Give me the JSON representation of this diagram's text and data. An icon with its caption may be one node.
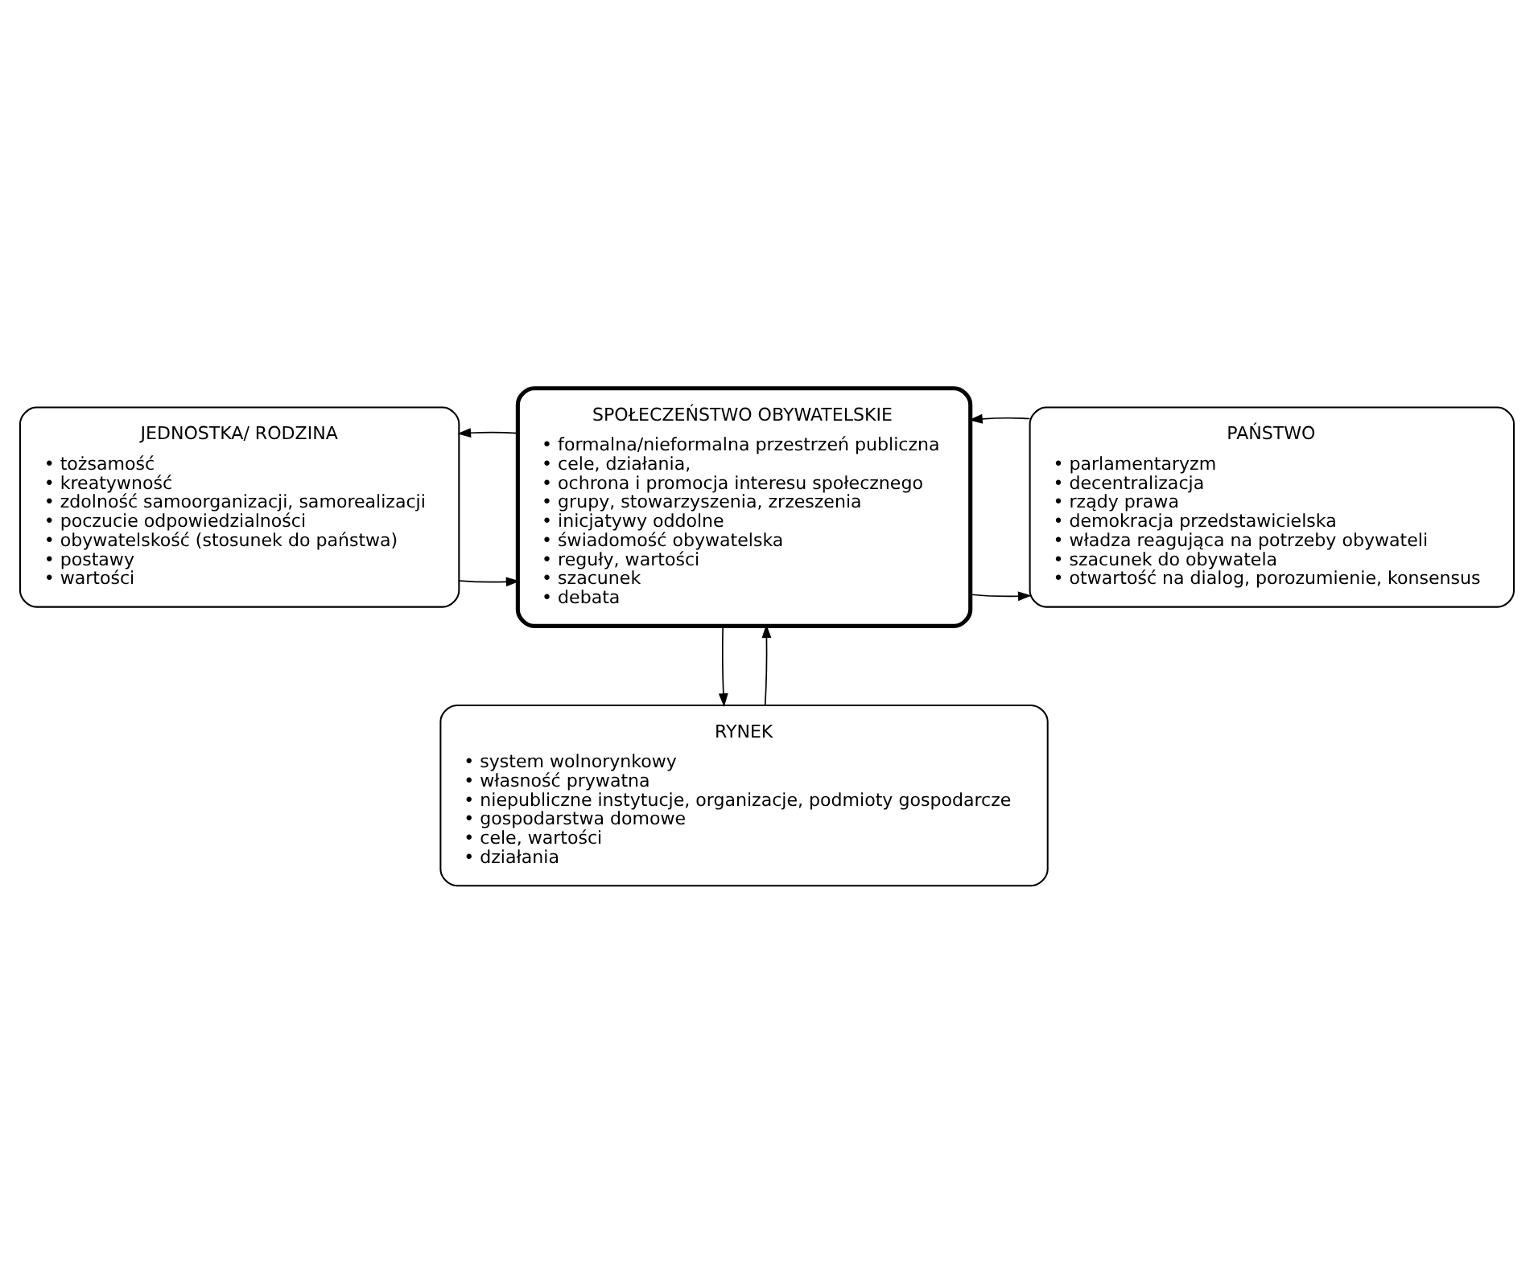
{
  "diagram": {
    "nodes": [
      {
        "text": [
          "JEDNOSTKA/ RODZINA",
          "• tożsamość",
          "• kreatywność",
          "• zdolność samoorganizacji, samorealizacji",
          "• poczucie odpowiedzialności",
          "• obywatelskość (stosunek do państwa)",
          "• postawy",
          "• wartości"
        ]
      },
      {
        "text": [
          "SPOŁECZEŃSTWO OBYWATELSKIE",
          "• formalna/nieformalna przestrzeń publiczna",
          "• cele, działania,",
          "• ochrona i promocja interesu społecznego",
          "• grupy, stowarzyszenia, zrzeszenia",
          "• inicjatywy oddolne",
          "• świadomość obywatelska",
          "• reguły, wartości",
          "• szacunek",
          "• debata"
        ]
      },
      {
        "text": [
          "PAŃSTWO",
          "• parlamentaryzm",
          "• decentralizacja",
          "• rządy prawa",
          "• demokracja przedstawicielska",
          "• władza reagująca na potrzeby obywateli",
          "• szacunek do obywatela",
          "• otwartość na dialog, porozumienie, konsensus"
        ]
      },
      {
        "text": [
          "RYNEK",
          "• system wolnorynkowy",
          "• własność prywatna",
          "• niepubliczne instytucje, organizacje, podmioty gospodarcze",
          "• gospodarstwa domowe",
          "• cele, wartości",
          "• działania"
        ]
      }
    ],
    "edges": [
      {
        "from": 0,
        "to": 1,
        "arrow": "to"
      },
      {
        "from": 1,
        "to": 0,
        "arrow": "to"
      },
      {
        "from": 1,
        "to": 2,
        "arrow": "to"
      },
      {
        "from": 2,
        "to": 1,
        "arrow": "to"
      },
      {
        "from": 3,
        "to": 1,
        "arrow": "to"
      },
      {
        "from": 1,
        "to": 3,
        "arrow": "to"
      }
    ]
  }
}
